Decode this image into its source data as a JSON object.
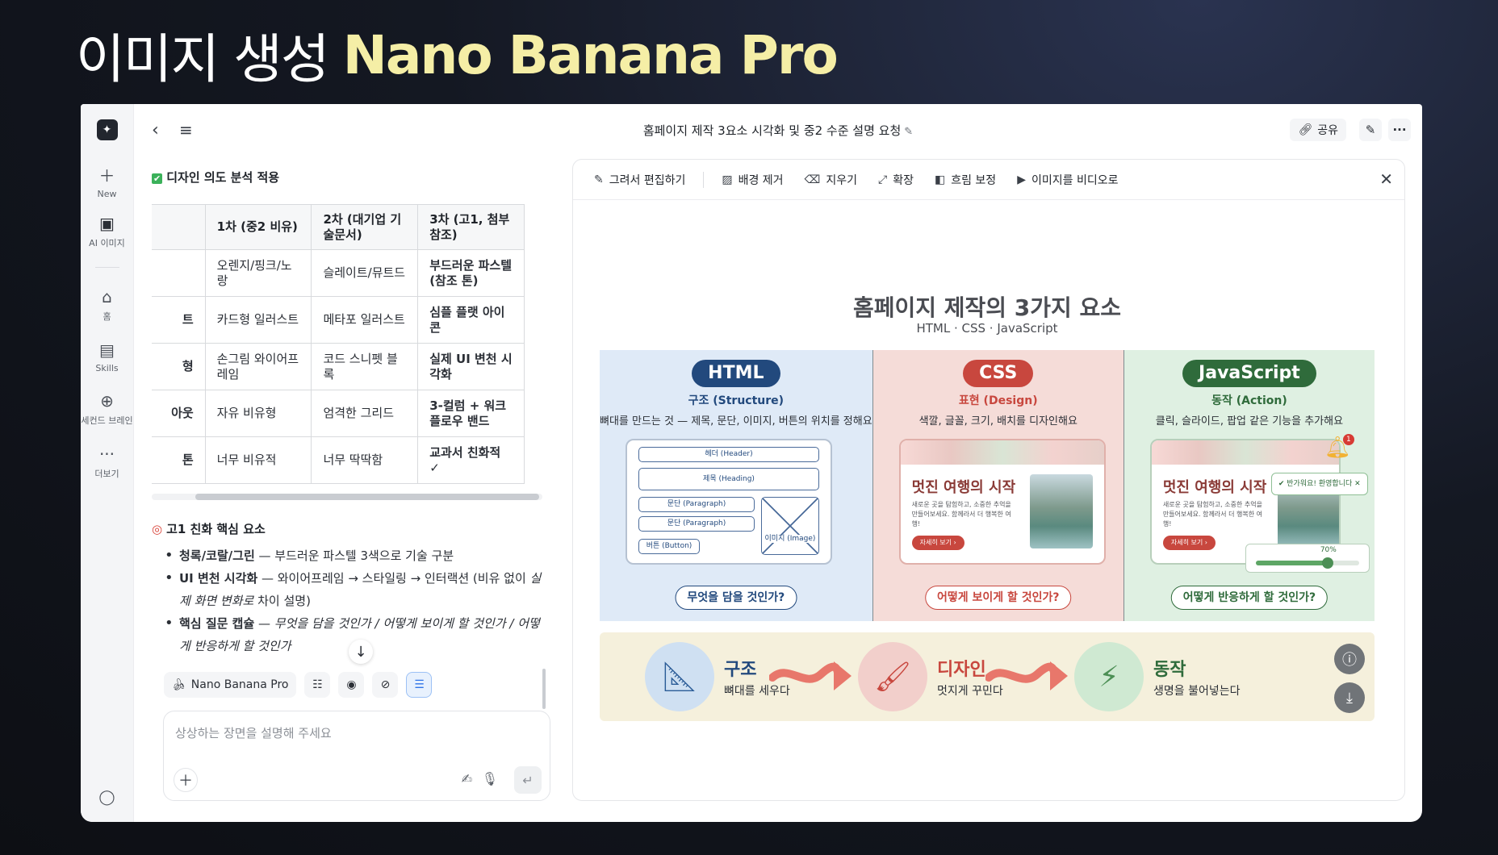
{
  "headline": {
    "part1": "이미지 생성",
    "part2": "Nano Banana Pro"
  },
  "rail": {
    "new_label": "New",
    "ai_image_label": "AI 이미지",
    "home_label": "홈",
    "skills_label": "Skills",
    "second_brain_label": "세컨드 브레인",
    "more_label": "더보기"
  },
  "topbar": {
    "title": "홈페이지 제작 3요소 시각화 및 중2 수준 설명 요청",
    "share_label": "공유"
  },
  "chat": {
    "section1": "디자인 의도 분석 적용",
    "table": {
      "headers": [
        "",
        "1차 (중2 비유)",
        "2차 (대기업 기술문서)",
        "3차 (고1, 첨부참조)"
      ],
      "rows": [
        [
          "",
          "오렌지/핑크/노랑",
          "슬레이트/뮤트드",
          "부드러운 파스텔 (참조 톤)"
        ],
        [
          "트",
          "카드형 일러스트",
          "메타포 일러스트",
          "심플 플랫 아이콘"
        ],
        [
          "형",
          "손그림 와이어프레임",
          "코드 스니펫 블록",
          "실제 UI 변천 시각화"
        ],
        [
          "아웃",
          "자유 비유형",
          "엄격한 그리드",
          "3-컬럼 + 워크플로우 밴드"
        ],
        [
          "톤",
          "너무 비유적",
          "너무 딱딱함",
          "교과서 친화적 ✓"
        ]
      ]
    },
    "section2": "고1 친화 핵심 요소",
    "bullets": [
      {
        "bold": "청록/코랄/그린",
        "text": " — 부드러운 파스텔 3색으로 기술 구분"
      },
      {
        "bold": "UI 변천 시각화",
        "text": " — 와이어프레임 → 스타일링 → 인터랙션 (비유 없이 ",
        "italic": "실제 화면 변화로",
        "text2": " 차이 설명)"
      },
      {
        "bold": "핵심 질문 캡슐",
        "text": " — ",
        "italic": "무엇을 담을 것인가 / 어떻게 보이게 할 것인가 / 어떻게 반응하게 할 것인가"
      }
    ],
    "model_chip": "Nano Banana Pro",
    "input_placeholder": "상상하는 장면을 설명해 주세요"
  },
  "panel": {
    "tools": [
      "그려서 편집하기",
      "배경 제거",
      "지우기",
      "확장",
      "흐림 보정",
      "이미지를 비디오로"
    ]
  },
  "infographic": {
    "title": "홈페이지 제작의 3가지 요소",
    "subtitle": "HTML · CSS · JavaScript",
    "columns": [
      {
        "name": "HTML",
        "sub": "구조 (Structure)",
        "desc": "뼈대를 만드는 것 — 제목, 문단, 이미지, 버튼의 위치를 정해요",
        "question": "무엇을 담을 것인가?"
      },
      {
        "name": "CSS",
        "sub": "표현 (Design)",
        "desc": "색깔, 글꼴, 크기, 배치를 디자인해요",
        "question": "어떻게 보이게 할 것인가?"
      },
      {
        "name": "JavaScript",
        "sub": "동작 (Action)",
        "desc": "클릭, 슬라이드, 팝업 같은 기능을 추가해요",
        "question": "어떻게 반응하게 할 것인가?"
      }
    ],
    "wireframe": {
      "header": "헤더 (Header)",
      "heading": "제목 (Heading)",
      "para1": "문단 (Paragraph)",
      "para2": "문단 (Paragraph)",
      "button": "버튼 (Button)",
      "image": "이미지 (Image)"
    },
    "mock_card": {
      "title": "멋진 여행의 시작",
      "text": "새로운 곳을 탐험하고, 소중한 추억을 만들어보세요. 함께라서 더 행복한 여행!",
      "button": "자세히 보기"
    },
    "js_extras": {
      "toast": "반가워요! 환영합니다",
      "badge": "1",
      "slider_pct": "70%",
      "slider_value": 0.7
    },
    "flow": [
      {
        "big": "구조",
        "small": "뼈대를 세우다"
      },
      {
        "big": "디자인",
        "small": "멋지게 꾸민다"
      },
      {
        "big": "동작",
        "small": "생명을 불어넣는다"
      }
    ]
  }
}
